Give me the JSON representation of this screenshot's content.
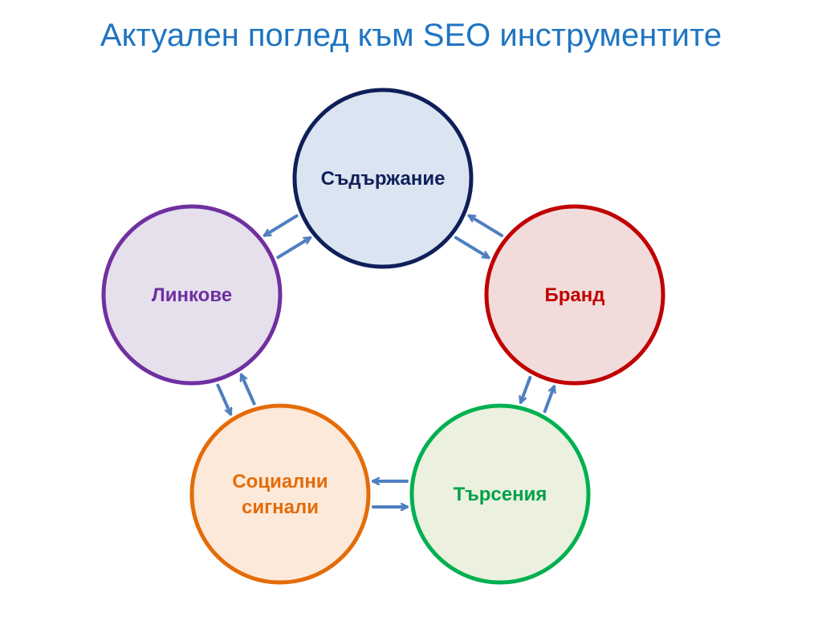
{
  "title": "Актуален поглед към SEO инструментите",
  "colors": {
    "arrow": "#4f7fc0",
    "title": "#1f74c2"
  },
  "nodes": [
    {
      "id": "content",
      "label_lines": [
        "Съдържание"
      ],
      "stroke": "#0f1f5a",
      "fill": "#dbe5f1",
      "text": "#0f1f5a"
    },
    {
      "id": "brand",
      "label_lines": [
        "Бранд"
      ],
      "stroke": "#c00000",
      "fill": "#f2dcdb",
      "text": "#c00000"
    },
    {
      "id": "searches",
      "label_lines": [
        "Търсения"
      ],
      "stroke": "#00b050",
      "fill": "#ebf1de",
      "text": "#00a04a"
    },
    {
      "id": "social",
      "label_lines": [
        "Социални",
        "сигнали"
      ],
      "stroke": "#e36c09",
      "fill": "#fde9d9",
      "text": "#e36c09"
    },
    {
      "id": "links",
      "label_lines": [
        "Линкове"
      ],
      "stroke": "#7030a0",
      "fill": "#e5e0ec",
      "text": "#7030a0"
    }
  ],
  "edges": [
    {
      "from": "links",
      "to": "content"
    },
    {
      "from": "content",
      "to": "links"
    },
    {
      "from": "content",
      "to": "brand"
    },
    {
      "from": "brand",
      "to": "content"
    },
    {
      "from": "searches",
      "to": "brand"
    },
    {
      "from": "brand",
      "to": "searches"
    },
    {
      "from": "social",
      "to": "searches"
    },
    {
      "from": "searches",
      "to": "social"
    },
    {
      "from": "links",
      "to": "social"
    },
    {
      "from": "social",
      "to": "links"
    }
  ]
}
